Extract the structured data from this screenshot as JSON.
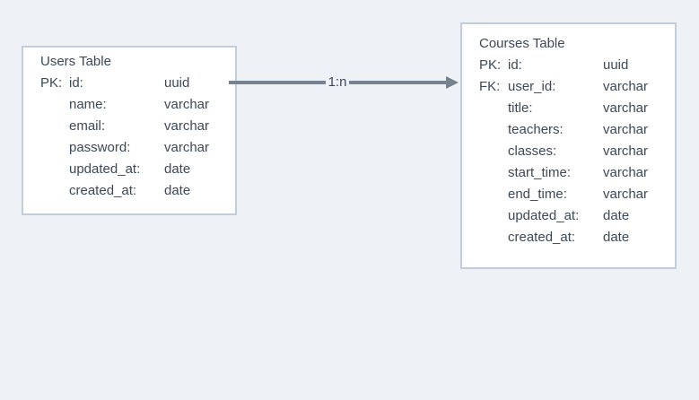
{
  "colors": {
    "background": "#eef1f5",
    "node_fill": "#ffffff",
    "node_border": "#c3cdd7",
    "text": "#3c4856",
    "arrow": "#76828f"
  },
  "tables": [
    {
      "title": "Users Table",
      "rows": [
        {
          "prefix": "PK:",
          "name": "id:",
          "type": "uuid"
        },
        {
          "prefix": "",
          "name": "name:",
          "type": "varchar"
        },
        {
          "prefix": "",
          "name": "email:",
          "type": "varchar"
        },
        {
          "prefix": "",
          "name": "password:",
          "type": "varchar"
        },
        {
          "prefix": "",
          "name": "updated_at:",
          "type": "date"
        },
        {
          "prefix": "",
          "name": "created_at:",
          "type": "date"
        }
      ]
    },
    {
      "title": "Courses Table",
      "rows": [
        {
          "prefix": "PK:",
          "name": "id:",
          "type": "uuid"
        },
        {
          "prefix": "FK:",
          "name": "user_id:",
          "type": "varchar"
        },
        {
          "prefix": "",
          "name": "title:",
          "type": "varchar"
        },
        {
          "prefix": "",
          "name": "teachers:",
          "type": "varchar"
        },
        {
          "prefix": "",
          "name": "classes:",
          "type": "varchar"
        },
        {
          "prefix": "",
          "name": "start_time:",
          "type": "varchar"
        },
        {
          "prefix": "",
          "name": "end_time:",
          "type": "varchar"
        },
        {
          "prefix": "",
          "name": "updated_at:",
          "type": "date"
        },
        {
          "prefix": "",
          "name": "created_at:",
          "type": "date"
        }
      ]
    }
  ],
  "relationship": {
    "label": "1:n"
  }
}
